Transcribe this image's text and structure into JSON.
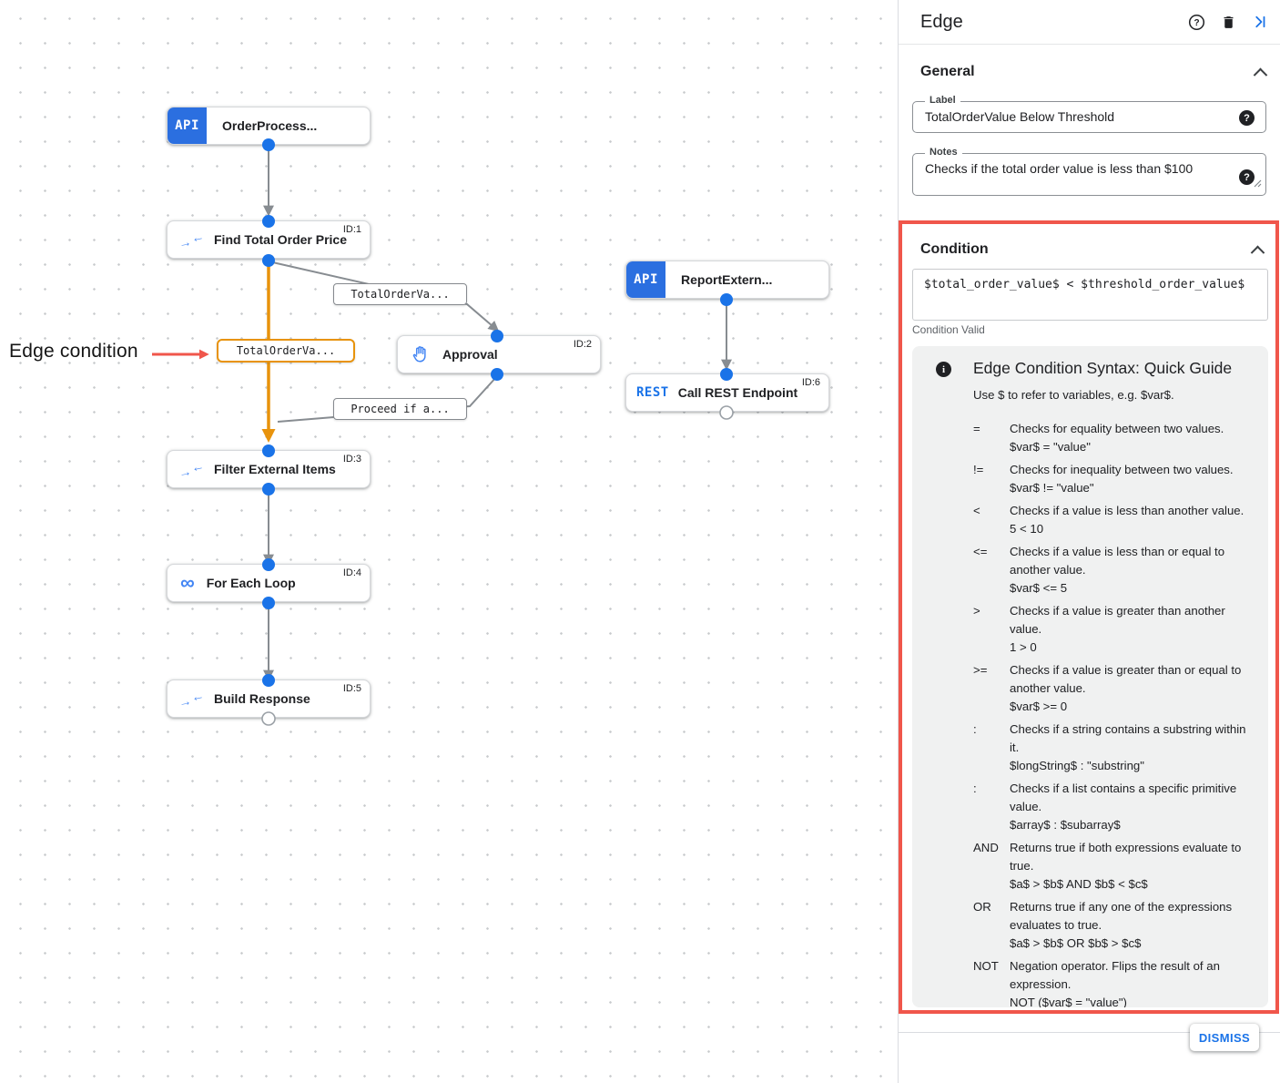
{
  "canvas": {
    "annotation_text": "Edge condition",
    "nodes": {
      "order_process": {
        "badge": "API",
        "title": "OrderProcess..."
      },
      "find_total": {
        "id": "ID:1",
        "title": "Find Total Order Price"
      },
      "report_extern": {
        "badge": "API",
        "title": "ReportExtern..."
      },
      "approval": {
        "id": "ID:2",
        "title": "Approval"
      },
      "call_rest": {
        "id": "ID:6",
        "badge": "REST",
        "title": "Call REST Endpoint"
      },
      "filter_items": {
        "id": "ID:3",
        "title": "Filter External Items"
      },
      "for_each": {
        "id": "ID:4",
        "title": "For Each Loop"
      },
      "build_response": {
        "id": "ID:5",
        "title": "Build Response"
      }
    },
    "edge_labels": {
      "to_approval": "TotalOrderVa...",
      "selected": "TotalOrderVa...",
      "from_approval": "Proceed if a..."
    }
  },
  "panel": {
    "title": "Edge",
    "general": {
      "heading": "General",
      "label_field": {
        "label": "Label",
        "value": "TotalOrderValue Below Threshold"
      },
      "notes_field": {
        "label": "Notes",
        "value": "Checks if the total order value is less than $100"
      }
    },
    "condition": {
      "heading": "Condition",
      "expression": "$total_order_value$ < $threshold_order_value$",
      "status": "Condition Valid",
      "guide": {
        "title": "Edge Condition Syntax: Quick Guide",
        "intro": "Use $ to refer to variables, e.g. $var$.",
        "operators": [
          {
            "op": "=",
            "desc": "Checks for equality between two values.",
            "example": "$var$ = \"value\""
          },
          {
            "op": "!=",
            "desc": "Checks for inequality between two values.",
            "example": "$var$ != \"value\""
          },
          {
            "op": "<",
            "desc": "Checks if a value is less than another value.",
            "example": "5 < 10"
          },
          {
            "op": "<=",
            "desc": "Checks if a value is less than or equal to another value.",
            "example": "$var$ <= 5"
          },
          {
            "op": ">",
            "desc": "Checks if a value is greater than another value.",
            "example": "1 > 0"
          },
          {
            "op": ">=",
            "desc": "Checks if a value is greater than or equal to another value.",
            "example": "$var$ >= 0"
          },
          {
            "op": ":",
            "desc": "Checks if a string contains a substring within it.",
            "example": "$longString$ : \"substring\""
          },
          {
            "op": ":",
            "desc": "Checks if a list contains a specific primitive value.",
            "example": "$array$ : $subarray$"
          },
          {
            "op": "AND",
            "desc": "Returns true if both expressions evaluate to true.",
            "example": "$a$ > $b$ AND $b$ < $c$"
          },
          {
            "op": "OR",
            "desc": "Returns true if any one of the expressions evaluates to true.",
            "example": "$a$ > $b$ OR $b$ > $c$"
          },
          {
            "op": "NOT",
            "desc": "Negation operator. Flips the result of an expression.",
            "example": "NOT ($var$ = \"value\")"
          }
        ]
      }
    },
    "footer": {
      "dismiss_label": "DISMISS"
    }
  },
  "icons": {
    "arrow_right": "→",
    "arrow_left": "←",
    "loop_glyph": "∞"
  },
  "colors": {
    "selected_edge_orange": "#e8930c",
    "annotation_red": "#f0564b",
    "port_blue": "#1a73e8",
    "icon_blue": "#4285f4",
    "accent_blue": "#1a73e8"
  }
}
